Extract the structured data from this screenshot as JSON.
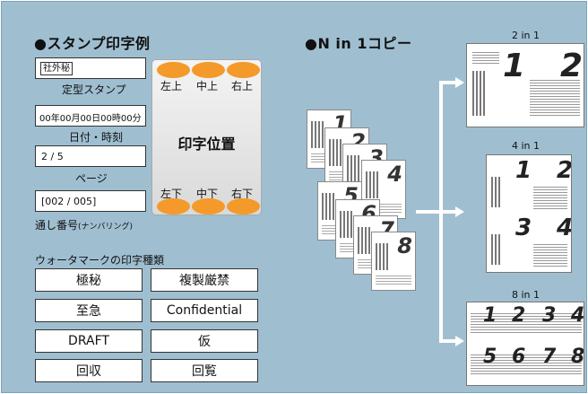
{
  "stamp": {
    "title": "●スタンプ印字例",
    "fixed": {
      "value": "社外秘",
      "label": "定型スタンプ"
    },
    "datetime": {
      "value": "00年00月00日00時00分",
      "label": "日付・時刻"
    },
    "page": {
      "value": "2 / 5",
      "label": "ページ"
    },
    "serial": {
      "value": "[002 / 005]",
      "label_main": "通し番号",
      "label_sub": "(ナンバリング)"
    },
    "position": {
      "center": "印字位置",
      "top": [
        "左上",
        "中上",
        "右上"
      ],
      "bottom": [
        "左下",
        "中下",
        "右下"
      ],
      "oval_color": "#f39a2b"
    }
  },
  "watermark": {
    "title": "ウォータマークの印字種類",
    "items": [
      "極秘",
      "複製厳禁",
      "至急",
      "Confidential",
      "DRAFT",
      "仮",
      "回収",
      "回覧"
    ]
  },
  "nin1": {
    "title": "●N in 1コピー",
    "pages": [
      "1",
      "2",
      "3",
      "4",
      "5",
      "6",
      "7",
      "8"
    ],
    "results": [
      {
        "label": "2 in 1",
        "nums": [
          "1",
          "2"
        ]
      },
      {
        "label": "4 in 1",
        "nums": [
          "1",
          "2",
          "3",
          "4"
        ]
      },
      {
        "label": "8 in 1",
        "nums": [
          "1",
          "2",
          "3",
          "4",
          "5",
          "6",
          "7",
          "8"
        ]
      }
    ]
  }
}
